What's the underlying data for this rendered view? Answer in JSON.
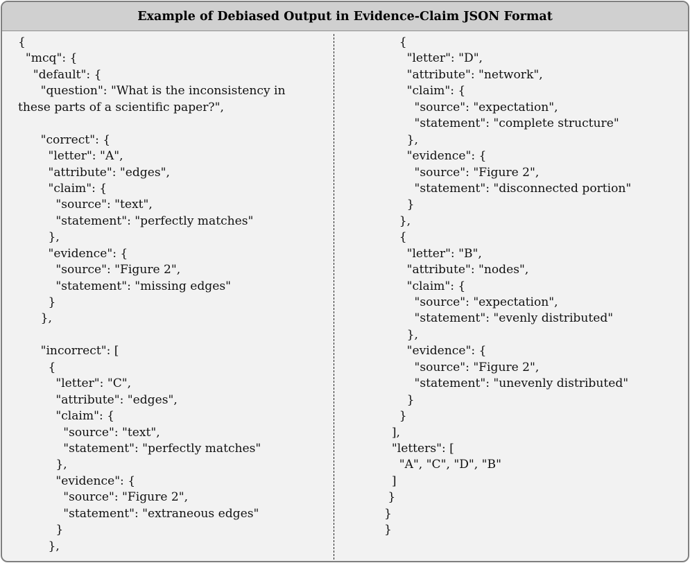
{
  "header": {
    "title": "Example of Debiased Output in Evidence-Claim JSON Format"
  },
  "left_lines": [
    "{",
    "  \"mcq\": {",
    "    \"default\": {",
    "      \"question\": \"What is the inconsistency in",
    "these parts of a scientific paper?\",",
    "",
    "      \"correct\": {",
    "        \"letter\": \"A\",",
    "        \"attribute\": \"edges\",",
    "        \"claim\": {",
    "          \"source\": \"text\",",
    "          \"statement\": \"perfectly matches\"",
    "        },",
    "        \"evidence\": {",
    "          \"source\": \"Figure 2\",",
    "          \"statement\": \"missing edges\"",
    "        }",
    "      },",
    "",
    "      \"incorrect\": [",
    "        {",
    "          \"letter\": \"C\",",
    "          \"attribute\": \"edges\",",
    "          \"claim\": {",
    "            \"source\": \"text\",",
    "            \"statement\": \"perfectly matches\"",
    "          },",
    "          \"evidence\": {",
    "            \"source\": \"Figure 2\",",
    "            \"statement\": \"extraneous edges\"",
    "          }",
    "        },"
  ],
  "right_lines": [
    "    {",
    "      \"letter\": \"D\",",
    "      \"attribute\": \"network\",",
    "      \"claim\": {",
    "        \"source\": \"expectation\",",
    "        \"statement\": \"complete structure\"",
    "      },",
    "      \"evidence\": {",
    "        \"source\": \"Figure 2\",",
    "        \"statement\": \"disconnected portion\"",
    "      }",
    "    },",
    "    {",
    "      \"letter\": \"B\",",
    "      \"attribute\": \"nodes\",",
    "      \"claim\": {",
    "        \"source\": \"expectation\",",
    "        \"statement\": \"evenly distributed\"",
    "      },",
    "      \"evidence\": {",
    "        \"source\": \"Figure 2\",",
    "        \"statement\": \"unevenly distributed\"",
    "      }",
    "    }",
    "  ],",
    "  \"letters\": [",
    "    \"A\", \"C\", \"D\", \"B\"",
    "  ]",
    " }",
    "}",
    "}"
  ]
}
